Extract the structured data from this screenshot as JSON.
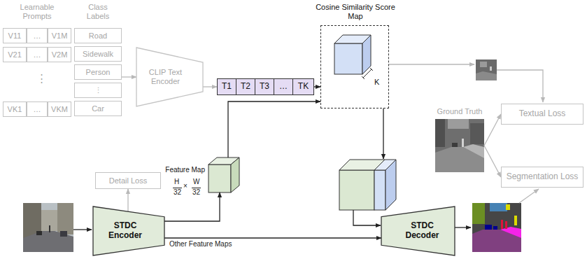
{
  "diagram": {
    "nodes": [
      {
        "text": [
          "Learnable Prompts"
        ]
      },
      {
        "text": [
          "V11"
        ],
        "in": 0
      },
      {
        "text": [
          "…"
        ],
        "in": 0
      },
      {
        "text": [
          "V1M"
        ],
        "in": 0
      },
      {
        "text": [
          "V21"
        ],
        "in": 0
      },
      {
        "text": [
          "…"
        ],
        "in": 0
      },
      {
        "text": [
          "V2M"
        ],
        "in": 0
      },
      {
        "text": [
          "VK1"
        ],
        "in": 0
      },
      {
        "text": [
          "…"
        ],
        "in": 0
      },
      {
        "text": [
          "VKM"
        ],
        "in": 0
      },
      {
        "text": [
          "Class Labels"
        ]
      },
      {
        "text": [
          "Road"
        ],
        "in": 10
      },
      {
        "text": [
          "Sidewalk"
        ],
        "in": 10
      },
      {
        "text": [
          "Person"
        ],
        "in": 10
      },
      {
        "text": [
          "⋮"
        ],
        "in": 10
      },
      {
        "text": [
          "Car"
        ],
        "in": 10
      },
      {
        "text": [
          "CLIP Text Encoder"
        ]
      },
      {
        "text": [
          "T1"
        ]
      },
      {
        "text": [
          "T2"
        ]
      },
      {
        "text": [
          "T3"
        ]
      },
      {
        "text": [
          "…"
        ]
      },
      {
        "text": [
          "TK"
        ]
      },
      {
        "text": [
          "Cosine Similarity Score Map",
          "K"
        ]
      },
      {
        "text": [
          "Ground Truth"
        ]
      },
      {
        "text": [
          "Textual Loss"
        ]
      },
      {
        "text": [
          "Segmentation Loss"
        ]
      },
      {
        "text": [
          "Detail Loss"
        ]
      },
      {
        "text": [
          "STDC Encoder"
        ]
      },
      {
        "text": [
          "Feature Map"
        ]
      },
      {
        "text": [
          "STDC Decoder"
        ]
      }
    ],
    "edges": [
      {
        "from": 10,
        "to": 16,
        "arrow": "to"
      },
      {
        "from": 16,
        "to": 17,
        "arrow": "to"
      },
      {
        "from": 21,
        "to": 22,
        "arrow": "to"
      },
      {
        "from": 28,
        "to": 22,
        "arrow": "to"
      },
      {
        "from": 23,
        "to": 24,
        "arrow": "to"
      },
      {
        "from": 23,
        "to": 25,
        "arrow": "to"
      },
      {
        "from": 27,
        "to": 26,
        "arrow": "to"
      },
      {
        "from": 27,
        "to": 28,
        "arrow": "to"
      },
      {
        "from": 27,
        "to": 29,
        "arrow": "to",
        "label": "Other Feature Maps"
      }
    ],
    "labels": [
      "⋮",
      "H",
      "32",
      "×",
      "W",
      "32"
    ]
  }
}
